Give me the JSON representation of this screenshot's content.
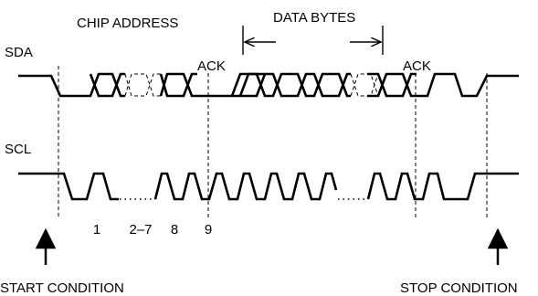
{
  "diagram": {
    "labels": {
      "sda": "SDA",
      "scl": "SCL",
      "chip_address": "CHIP ADDRESS",
      "data_bytes": "DATA BYTES",
      "ack_1": "ACK",
      "ack_2": "ACK",
      "start_condition": "START CONDITION",
      "stop_condition": "STOP CONDITION"
    },
    "clock_numbers": [
      "1",
      "2–7",
      "8",
      "9"
    ]
  }
}
